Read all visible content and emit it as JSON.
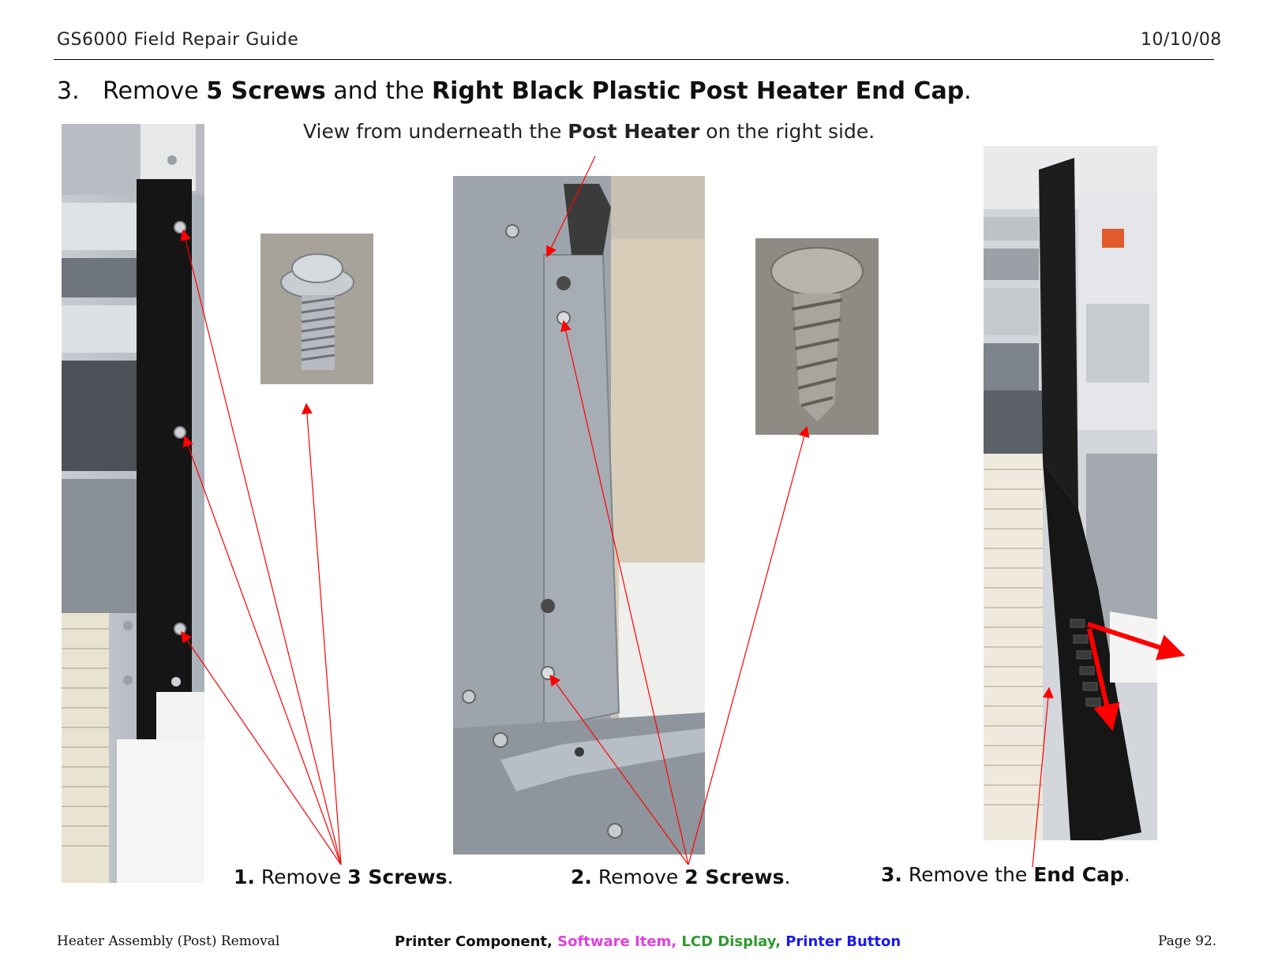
{
  "header": {
    "title": "GS6000 Field Repair Guide",
    "date": "10/10/08"
  },
  "step": {
    "number": "3.",
    "parts": [
      {
        "text": "Remove ",
        "bold": false
      },
      {
        "text": "5 Screws",
        "bold": true
      },
      {
        "text": " and the ",
        "bold": false
      },
      {
        "text": "Right Black Plastic Post Heater End Cap",
        "bold": true
      },
      {
        "text": ".",
        "bold": false
      }
    ]
  },
  "view_note": {
    "parts": [
      {
        "text": "View from underneath the ",
        "bold": false
      },
      {
        "text": "Post Heater",
        "bold": true
      },
      {
        "text": " on the right side.",
        "bold": false
      }
    ]
  },
  "captions": {
    "c1": [
      {
        "text": "1.",
        "bold": true
      },
      {
        "text": " Remove ",
        "bold": false
      },
      {
        "text": "3 Screws",
        "bold": true
      },
      {
        "text": ".",
        "bold": false
      }
    ],
    "c2": [
      {
        "text": "2.",
        "bold": true
      },
      {
        "text": " Remove ",
        "bold": false
      },
      {
        "text": "2 Screws",
        "bold": true
      },
      {
        "text": ".",
        "bold": false
      }
    ],
    "c3": [
      {
        "text": "3.",
        "bold": true
      },
      {
        "text": " Remove the ",
        "bold": false
      },
      {
        "text": "End Cap",
        "bold": true
      },
      {
        "text": ".",
        "bold": false
      }
    ]
  },
  "footer": {
    "left": "Heater Assembly (Post) Removal",
    "legend": [
      {
        "text": "Printer Component, ",
        "color": "#111111"
      },
      {
        "text": "Software Item, ",
        "color": "#e040e0"
      },
      {
        "text": "LCD Display, ",
        "color": "#2e9a2e"
      },
      {
        "text": "Printer Button",
        "color": "#1a1aee"
      }
    ],
    "page": "Page 92."
  },
  "colors": {
    "callout": "#ff0000",
    "rule": "#000000"
  }
}
